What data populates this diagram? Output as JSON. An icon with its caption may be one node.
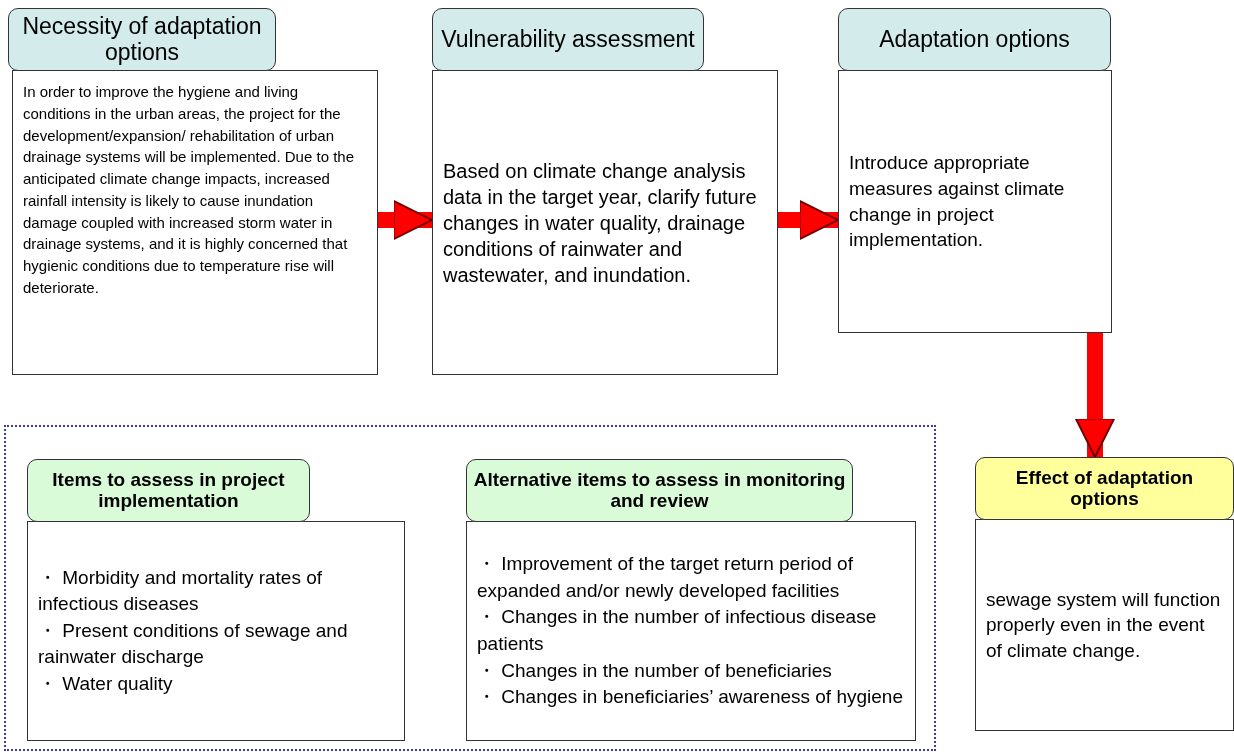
{
  "diagram": {
    "nodes": [
      {
        "text": [
          "Necessity of adaptation options",
          "In order to improve the hygiene and living conditions in  the urban areas, the project for the development/expansion/ rehabilitation of urban drainage systems will be implemented. Due to the anticipated climate change impacts, increased rainfall intensity is likely to cause inundation damage coupled with increased storm water in drainage systems, and it is highly concerned that hygienic conditions due to temperature rise will deteriorate."
        ]
      },
      {
        "text": [
          "Vulnerability assessment",
          "Based on climate change analysis data in the target year, clarify future changes in water quality, drainage conditions of rainwater and wastewater, and inundation."
        ]
      },
      {
        "text": [
          "Adaptation options",
          "Introduce appropriate measures against climate change in project implementation."
        ]
      },
      {
        "text": [],
        "shape": "box"
      },
      {
        "text": [
          "Items to assess in project implementation",
          "・ Morbidity and mortality rates of infectious diseases",
          "・ Present conditions of sewage and rainwater discharge",
          "・ Water quality"
        ],
        "in": 3
      },
      {
        "text": [
          "Alternative items to assess in monitoring and review",
          "・ Improvement of the target return period of expanded and/or newly developed facilities",
          "・ Changes in the number of infectious disease patients",
          "・ Changes in the number of beneficiaries",
          "・ Changes in beneficiaries’ awareness of hygiene"
        ],
        "in": 3
      },
      {
        "text": [
          "Effect of adaptation options",
          "sewage system will function properly even in the event of climate change."
        ]
      }
    ],
    "edges": [
      {
        "from": 0,
        "to": 1,
        "arrow": "to"
      },
      {
        "from": 1,
        "to": 2,
        "arrow": "to"
      },
      {
        "from": 2,
        "to": 6,
        "arrow": "to"
      }
    ]
  }
}
